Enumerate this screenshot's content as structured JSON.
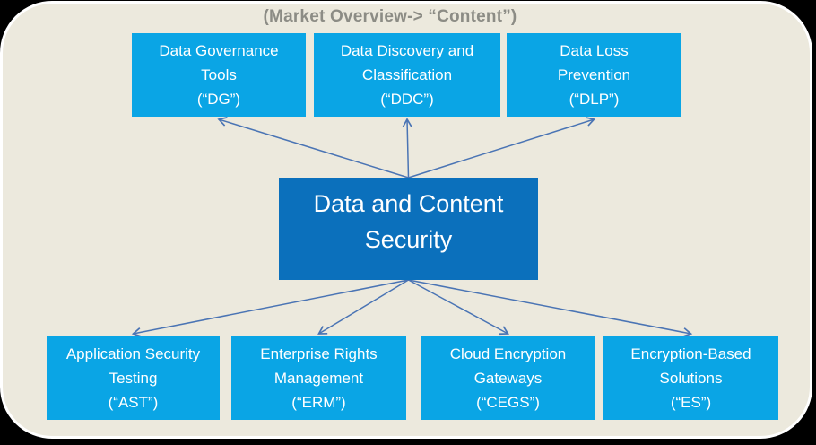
{
  "title": "(Market Overview-> “Content”)",
  "colors": {
    "panel_bg": "#ECE9DD",
    "node_cyan": "#0AA5E5",
    "node_blue": "#0B70BC",
    "arrow": "#4A74B4",
    "title_gray": "#8C8C85"
  },
  "nodes": {
    "center": {
      "id": "center",
      "label": "Data and Content\nSecurity"
    },
    "top": [
      {
        "id": "dg",
        "label": "Data Governance\nTools\n(“DG”)"
      },
      {
        "id": "ddc",
        "label": "Data Discovery and\nClassification\n(“DDC”)"
      },
      {
        "id": "dlp",
        "label": "Data Loss\nPrevention\n(“DLP”)"
      }
    ],
    "bottom": [
      {
        "id": "ast",
        "label": "Application Security\nTesting\n(“AST”)"
      },
      {
        "id": "erm",
        "label": "Enterprise Rights\nManagement\n(“ERM”)"
      },
      {
        "id": "cegs",
        "label": "Cloud Encryption\nGateways\n(“CEGS”)"
      },
      {
        "id": "es",
        "label": "Encryption-Based\nSolutions\n(“ES”)"
      }
    ]
  },
  "edges": [
    {
      "from": "center",
      "to": "dg"
    },
    {
      "from": "center",
      "to": "ddc"
    },
    {
      "from": "center",
      "to": "dlp"
    },
    {
      "from": "center",
      "to": "ast"
    },
    {
      "from": "center",
      "to": "erm"
    },
    {
      "from": "center",
      "to": "cegs"
    },
    {
      "from": "center",
      "to": "es"
    }
  ]
}
